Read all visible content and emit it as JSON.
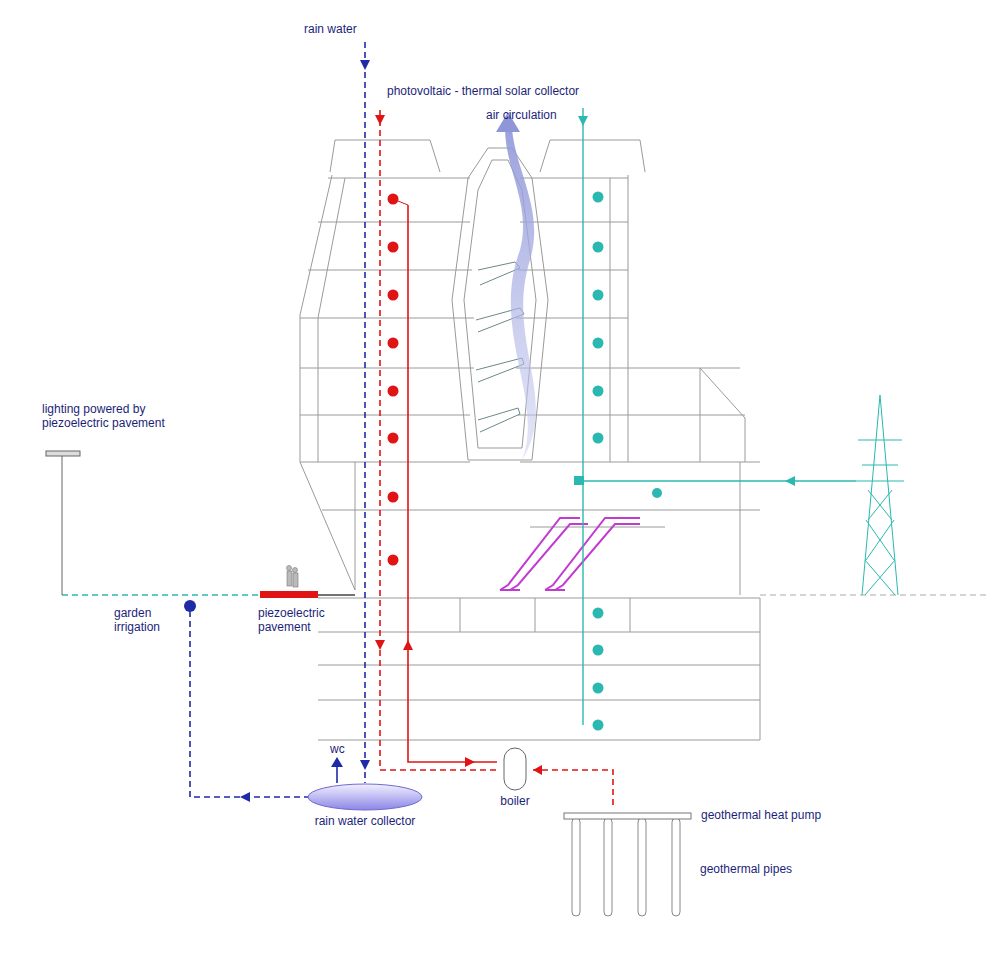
{
  "diagram": {
    "nodes": [
      {
        "text": [
          "rain water collector"
        ]
      },
      {
        "text": [
          "boiler"
        ]
      },
      {
        "text": [
          "geothermal heat pump"
        ]
      }
    ],
    "edges": [
      {
        "from": 2,
        "to": 1,
        "arrow": "to"
      }
    ],
    "labels": [
      "rain water",
      "photovoltaic - thermal solar collector",
      "air circulation",
      "lighting powered by piezoelectric pavement",
      "garden irrigation",
      "piezoelectric pavement",
      "wc",
      "geothermal pipes"
    ]
  }
}
